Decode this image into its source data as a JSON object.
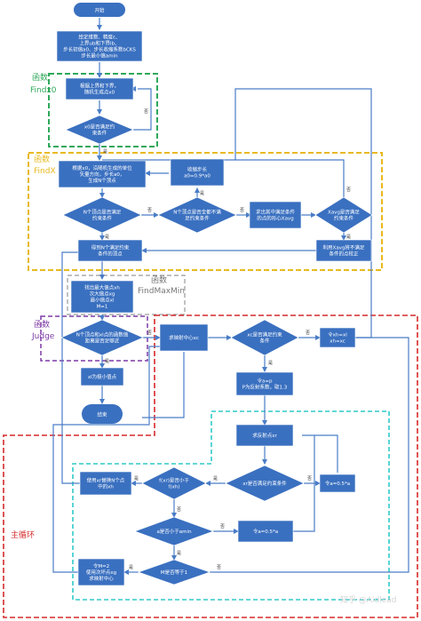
{
  "nodes": {
    "start": [
      "开始"
    ],
    "init": [
      "给定维数、精度ε、",
      "上界ub和下界lb、",
      "步长初值a0、步长收缩系数bCKS",
      "步长最小值amin"
    ],
    "gen_random": [
      "根据上界和下界，",
      "随机生成点x0"
    ],
    "x0_check": [
      "x0是否满足约",
      "束条件"
    ],
    "gen_vertices": [
      "根据x0，沿随机生成的单位",
      "矢量方向，步长a0，",
      "生成N个顶点"
    ],
    "shrink_step": [
      "收缩步长",
      "a0=0.9*a0"
    ],
    "n_vertices_check": [
      "N个顶点是否满足",
      "约束条件"
    ],
    "all_unsat_check": [
      "N个顶点是否全都不满",
      "足约束条件"
    ],
    "centroid_xavg": [
      "求出其中满足条件",
      "的点的形心Xavg"
    ],
    "xavg_check": [
      "Xavg是否满足",
      "约束条件"
    ],
    "get_n_points": [
      "得到N个满足约束",
      "条件的顶点"
    ],
    "correct_points": [
      "利用Xavg将不满足",
      "条件的点校正"
    ],
    "find_max_min": [
      "找出最大值点xh",
      "次大值点xg",
      "最小值点xl",
      "M=1"
    ],
    "converge_check": [
      "N个顶点和xl点的函数值",
      "距离是否足够近"
    ],
    "centroid_xc": [
      "求映射中心xc"
    ],
    "xc_check": [
      "xc是否满足约束",
      "条件"
    ],
    "xh_xl_update": [
      "令xh=xl",
      "xh=xc"
    ],
    "min_point": [
      "xl为极小值点"
    ],
    "end": [
      "结束"
    ],
    "alpha_set": [
      "令a=p",
      "P为反射系数，取1.3"
    ],
    "reflect_xr": [
      "求反射点xr"
    ],
    "xr_check": [
      "xr是否满足约束条件"
    ],
    "alpha_half_1": [
      "令a=0.5*a"
    ],
    "replace_xh": [
      "使用xr替换N个点",
      "中的xh"
    ],
    "fxr_check": [
      "f(xr)是否小于",
      "f(xh)"
    ],
    "alpha_min_check": [
      "a是否小于amin"
    ],
    "alpha_half_2": [
      "令a=0.5*a"
    ],
    "update_m": [
      "令M=2",
      "使用次坏点xg",
      "求映射中心"
    ],
    "m_check": [
      "M是否等于1"
    ]
  },
  "edges": {
    "yes": "是",
    "no": "否"
  },
  "labels": {
    "func1": "函数",
    "findx0": "Findx0",
    "func2": "函数",
    "findx": "FindX",
    "func3": "函数",
    "findmaxmin": "FindMaxMin",
    "func4": "函数",
    "judge": "Judge",
    "main_loop": "主循环",
    "watermark": "知乎 @Aidlead"
  },
  "colors": {
    "node": "#3a70c0",
    "edge": "#4a7dc7",
    "findx0_frame": "#2fa85a",
    "findx_frame": "#e8b91e",
    "findmaxmin_frame": "#9a9a9a",
    "judge_frame": "#7d3aa6",
    "main_loop_frame": "#d52a2a",
    "inner_loop_frame": "#30c9c9"
  }
}
